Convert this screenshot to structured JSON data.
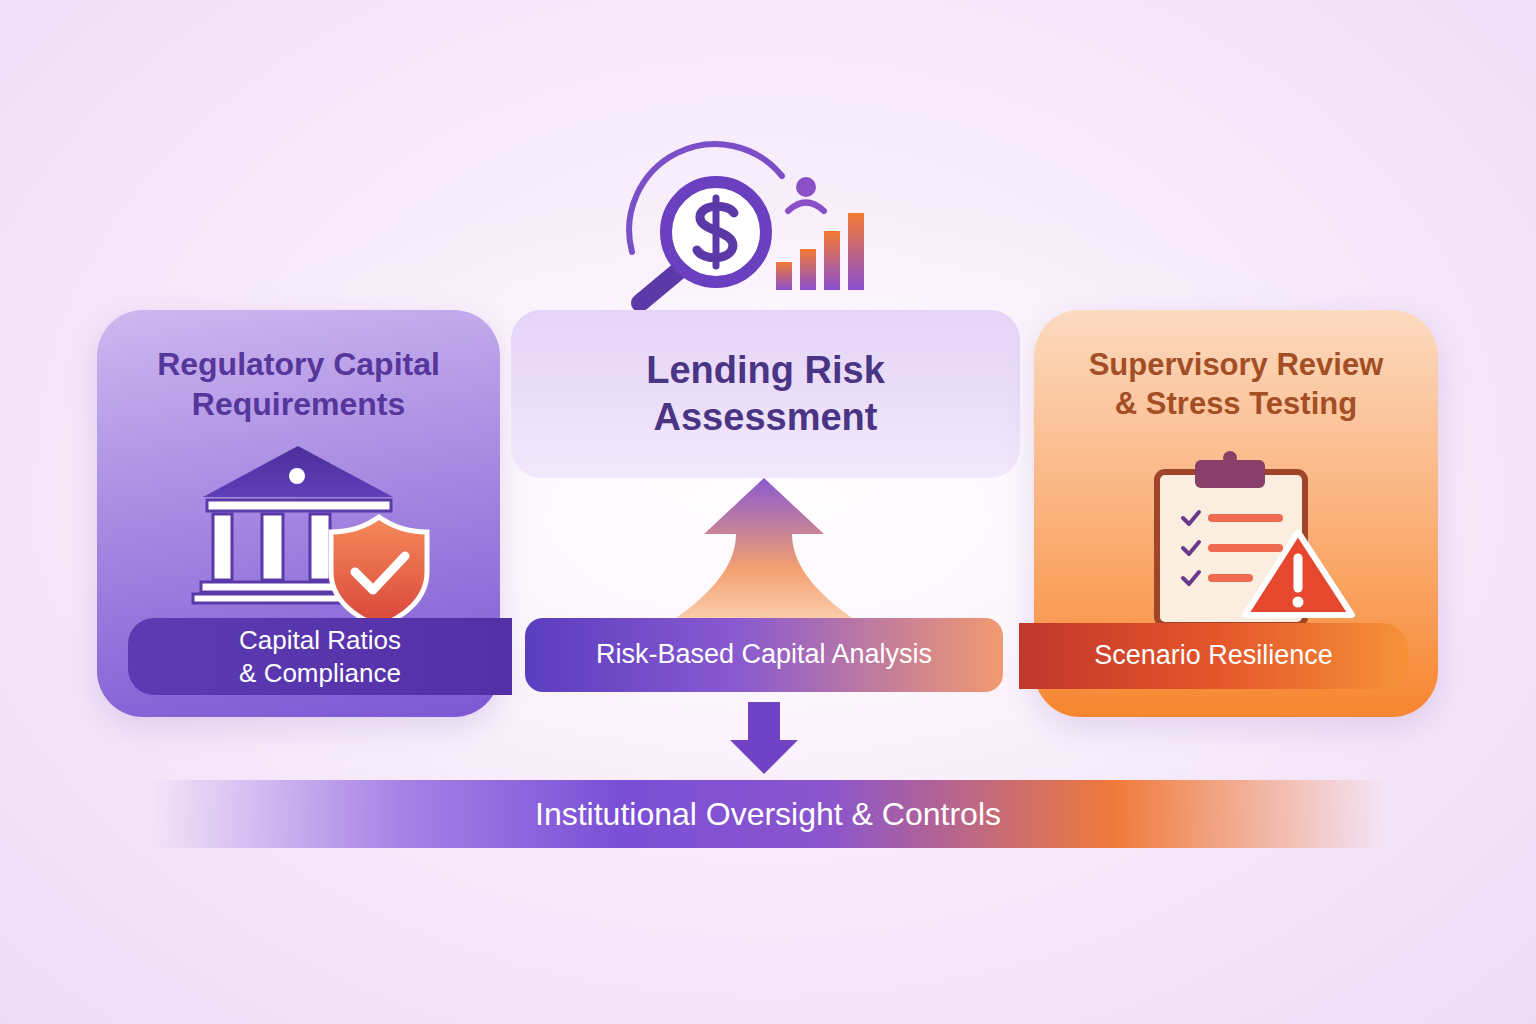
{
  "diagram": {
    "nodes": [
      {
        "text": [
          "Regulatory Capital Requirements"
        ]
      },
      {
        "text": [
          "Capital Ratios & Compliance"
        ],
        "in": 0
      },
      {
        "text": [
          "Lending Risk Assessment"
        ]
      },
      {
        "text": [
          "Risk-Based Capital Analysis"
        ]
      },
      {
        "text": [
          "Supervisory Review & Stress Testing"
        ]
      },
      {
        "text": [
          "Scenario Resilience"
        ],
        "in": 4
      },
      {
        "text": [
          "Institutional Oversight & Controls"
        ]
      }
    ],
    "edges": [
      {
        "from": 3,
        "to": 2,
        "arrow": "to"
      },
      {
        "from": 3,
        "to": 6,
        "arrow": "to"
      }
    ]
  }
}
